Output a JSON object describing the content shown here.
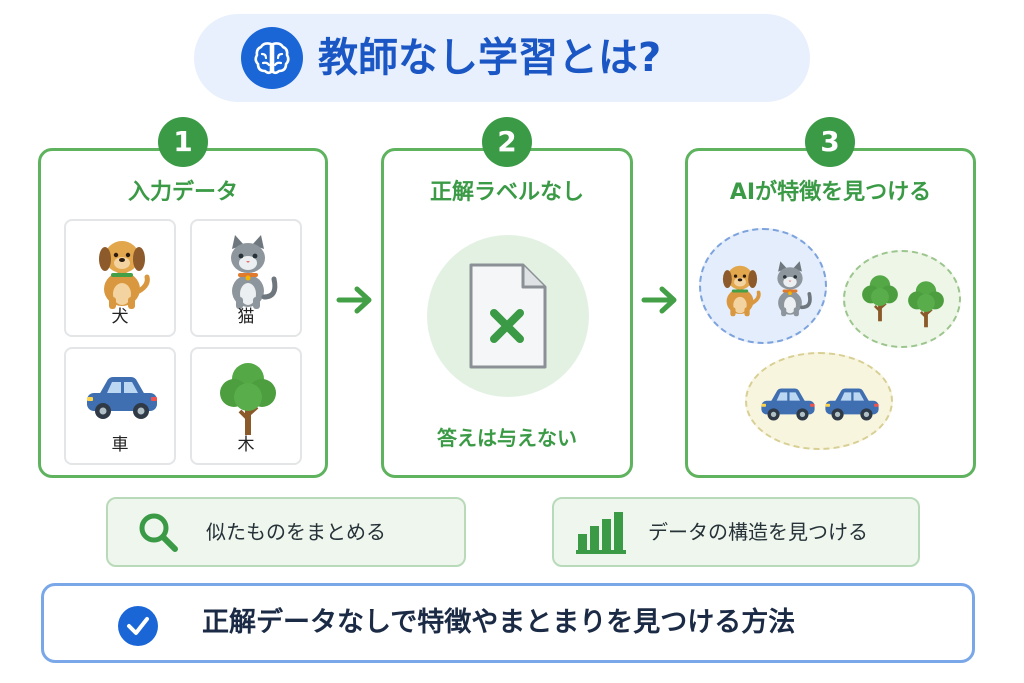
{
  "title": "教師なし学習とは?",
  "steps": [
    {
      "number": "1",
      "title": "入力データ"
    },
    {
      "number": "2",
      "title": "正解ラベルなし"
    },
    {
      "number": "3",
      "title": "AIが特徴を見つける"
    }
  ],
  "inputs": [
    {
      "label": "犬",
      "icon": "dog-icon"
    },
    {
      "label": "猫",
      "icon": "cat-icon"
    },
    {
      "label": "車",
      "icon": "car-icon"
    },
    {
      "label": "木",
      "icon": "tree-icon"
    }
  ],
  "no_answer_text": "答えは与えない",
  "features": [
    {
      "text": "似たものをまとめる",
      "icon": "magnifier-icon"
    },
    {
      "text": "データの構造を見つける",
      "icon": "bar-chart-icon"
    }
  ],
  "summary": "正解データなしで特徴やまとまりを見つける方法",
  "colors": {
    "accent_blue": "#1a66d6",
    "accent_green": "#3a9a45",
    "card_border": "#5fb35f",
    "cluster_animals": "#e4edfb",
    "cluster_trees": "#eef6e8",
    "cluster_cars": "#f8f5df"
  }
}
